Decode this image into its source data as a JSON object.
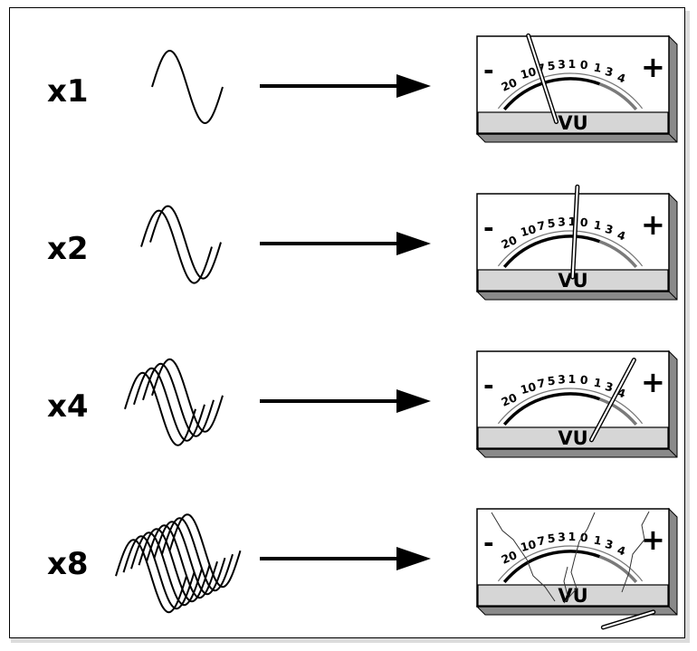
{
  "rows": [
    {
      "multiplier": "x1",
      "waves": 1,
      "needle_level": 0.32,
      "overload": false
    },
    {
      "multiplier": "x2",
      "waves": 2,
      "needle_level": 0.53,
      "overload": false
    },
    {
      "multiplier": "x4",
      "waves": 4,
      "needle_level": 0.78,
      "overload": false
    },
    {
      "multiplier": "x8",
      "waves": 8,
      "needle_level": 1.0,
      "overload": true
    }
  ],
  "meter": {
    "minus_sign": "-",
    "plus_sign": "+",
    "scale_labels": [
      "20",
      "10",
      "7",
      "5",
      "3",
      "1",
      "0",
      "1",
      "3",
      "4"
    ],
    "vu_label": "VU"
  },
  "colors": {
    "ink": "#000000",
    "meter_face": "#ffffff",
    "meter_window": "#d6d6d6",
    "meter_bevel_dark": "#8a8a8a",
    "meter_bevel_light": "#bdbdbd",
    "red_zone": "#7a7a7a"
  }
}
